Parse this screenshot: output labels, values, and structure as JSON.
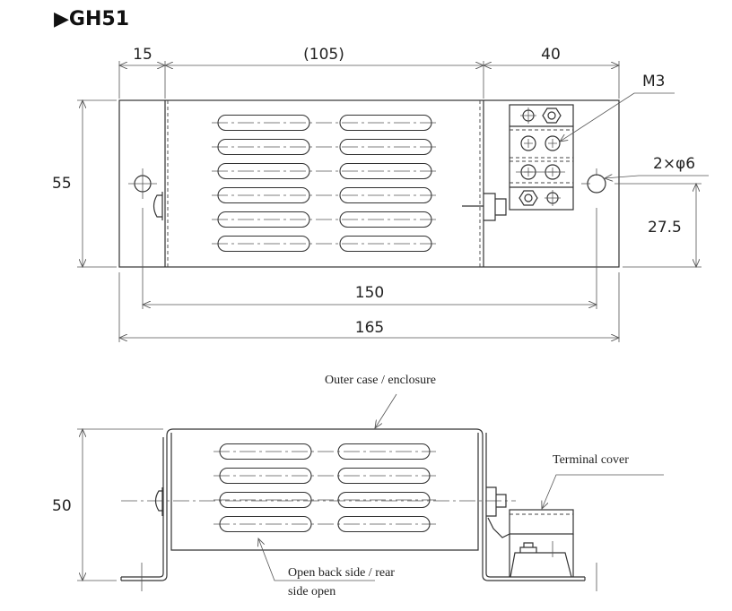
{
  "title": "▶GH51",
  "top_view": {
    "dimensions": {
      "left_margin": "15",
      "middle_span": "(105)",
      "right_span": "40",
      "height": "55",
      "hole_height": "27.5",
      "hole_pitch": "150",
      "overall_length": "165"
    },
    "callouts": {
      "terminal_screw": "M3",
      "mounting_holes": "2×φ6"
    },
    "vent_slot_rows": 6,
    "vent_slot_columns": 2
  },
  "side_view": {
    "dimensions": {
      "height": "50"
    },
    "callouts": {
      "outer_case": "Outer case / enclosure",
      "terminal_cover": "Terminal cover",
      "open_back_line1": "Open back side / rear",
      "open_back_line2": "side open"
    },
    "vent_slot_rows": 4,
    "vent_slot_columns": 2
  }
}
